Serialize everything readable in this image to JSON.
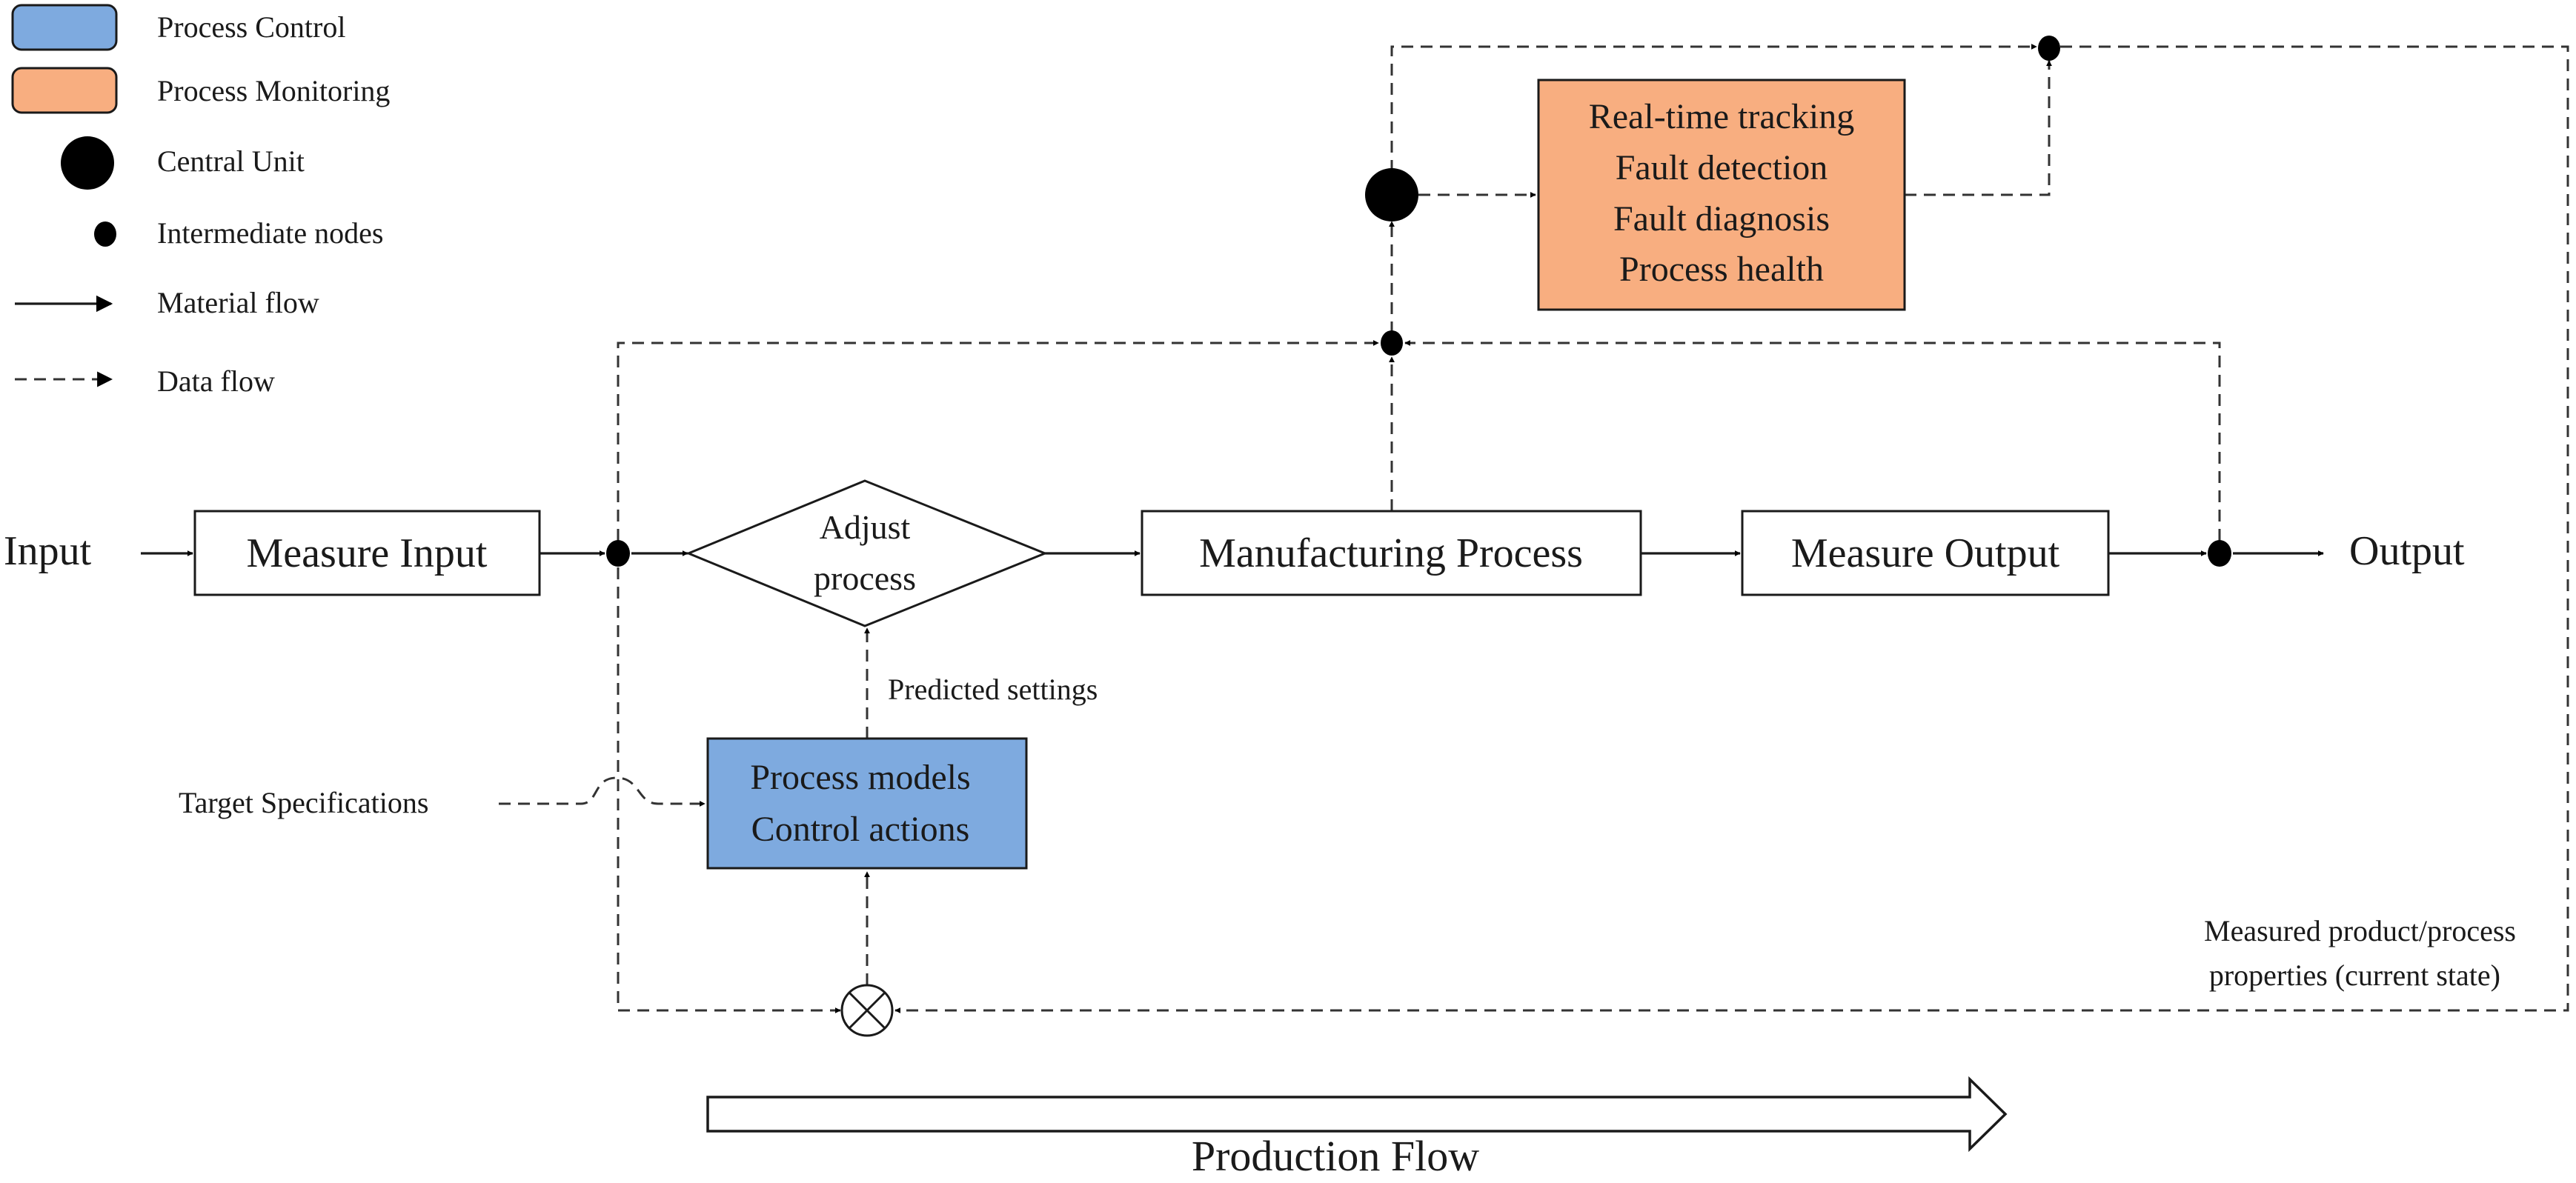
{
  "legend": {
    "process_control": "Process Control",
    "process_monitoring": "Process Monitoring",
    "central_unit": "Central Unit",
    "intermediate_nodes": "Intermediate nodes",
    "material_flow": "Material flow",
    "data_flow": "Data flow"
  },
  "flow": {
    "input": "Input",
    "measure_input": "Measure Input",
    "adjust_process_line1": "Adjust",
    "adjust_process_line2": "process",
    "manufacturing_process": "Manufacturing Process",
    "measure_output": "Measure Output",
    "output": "Output"
  },
  "monitoring": {
    "line1": "Real-time tracking",
    "line2": "Fault detection",
    "line3": "Fault diagnosis",
    "line4": "Process health"
  },
  "control": {
    "line1": "Process models",
    "line2": "Control actions"
  },
  "labels": {
    "predicted_settings": "Predicted settings",
    "target_specifications": "Target Specifications",
    "measured_line1": "Measured product/process",
    "measured_line2": "properties (current state)",
    "production_flow": "Production Flow"
  },
  "colors": {
    "process_control": "#7eaadf",
    "process_monitoring": "#f8ae80",
    "line": "#1a1a1a",
    "node": "#000000"
  }
}
